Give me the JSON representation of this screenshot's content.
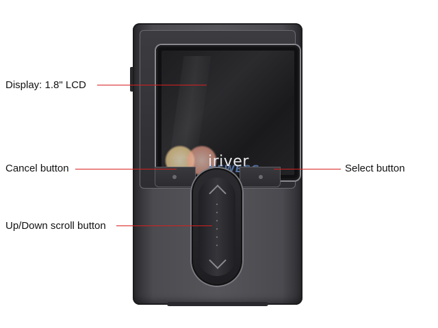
{
  "device": {
    "brand": "iriver",
    "watermark_text": "NEWEGG"
  },
  "callouts": {
    "display": "Display: 1.8\" LCD",
    "cancel": "Cancel button",
    "select": "Select button",
    "scroll": "Up/Down scroll button"
  },
  "colors": {
    "leader_line": "#d81e1e",
    "device_body": "#4b4b50"
  }
}
